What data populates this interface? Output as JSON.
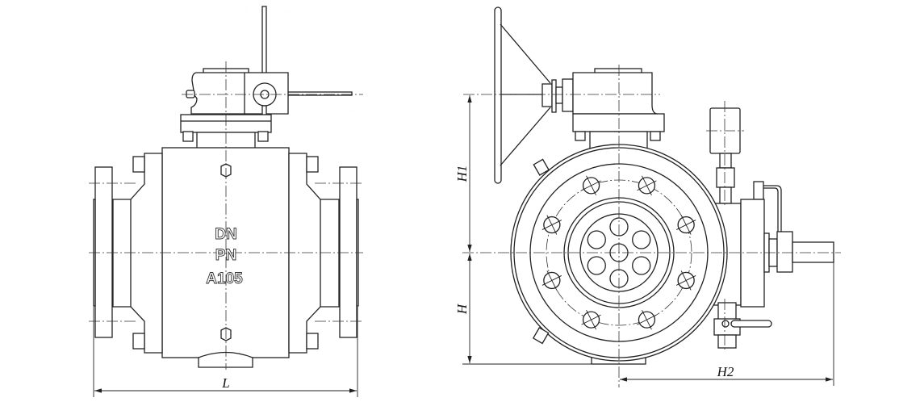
{
  "drawing": {
    "side_view": {
      "body_markings": [
        "DN",
        "PN",
        "A105"
      ],
      "dimension_length_label": "L"
    },
    "end_view": {
      "dimension_height_top_label": "H1",
      "dimension_height_bottom_label": "H",
      "dimension_horizontal_label": "H2"
    },
    "colors": {
      "line": "#222222",
      "background": "#ffffff"
    }
  }
}
